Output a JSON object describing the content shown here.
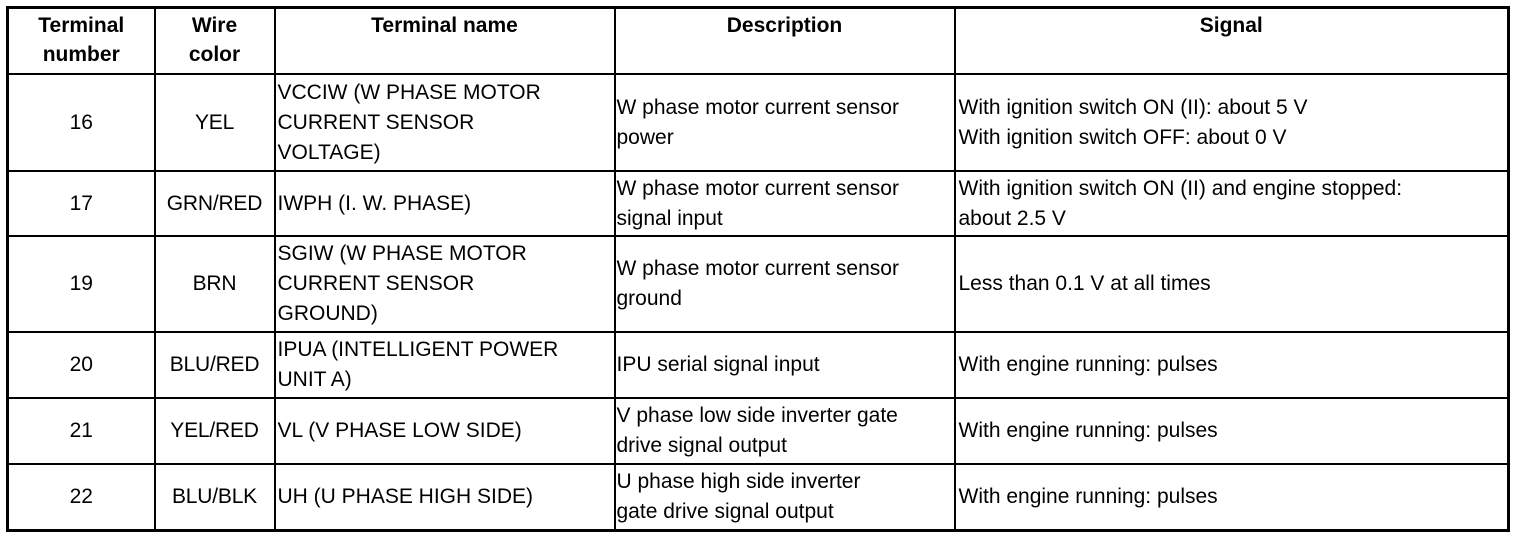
{
  "table": {
    "headers": {
      "terminal_number": "Terminal\nnumber",
      "wire_color": "Wire\ncolor",
      "terminal_name": "Terminal name",
      "description": "Description",
      "signal": "Signal"
    },
    "rows": [
      {
        "terminal_number": "16",
        "wire_color": "YEL",
        "terminal_name": "VCCIW (W PHASE MOTOR\nCURRENT SENSOR\nVOLTAGE)",
        "description": "W phase motor current sensor\npower",
        "signal": "With ignition switch ON (II): about 5 V\nWith ignition switch OFF: about 0 V"
      },
      {
        "terminal_number": "17",
        "wire_color": "GRN/RED",
        "terminal_name": "IWPH (I. W. PHASE)",
        "description": "W phase motor current sensor\nsignal input",
        "signal": "With ignition switch ON (II) and engine stopped:\nabout 2.5 V"
      },
      {
        "terminal_number": "19",
        "wire_color": "BRN",
        "terminal_name": "SGIW (W PHASE MOTOR\nCURRENT SENSOR\nGROUND)",
        "description": "W phase motor current sensor\nground",
        "signal": "Less than 0.1 V at all times"
      },
      {
        "terminal_number": "20",
        "wire_color": "BLU/RED",
        "terminal_name": "IPUA (INTELLIGENT POWER\nUNIT A)",
        "description": "IPU serial signal input",
        "signal": "With engine running: pulses"
      },
      {
        "terminal_number": "21",
        "wire_color": "YEL/RED",
        "terminal_name": "VL (V PHASE LOW SIDE)",
        "description": "V phase low side inverter gate\ndrive signal output",
        "signal": "With engine running: pulses"
      },
      {
        "terminal_number": "22",
        "wire_color": "BLU/BLK",
        "terminal_name": "UH (U PHASE HIGH SIDE)",
        "description": "U phase high side inverter\ngate drive signal output",
        "signal": "With engine running: pulses"
      }
    ]
  }
}
